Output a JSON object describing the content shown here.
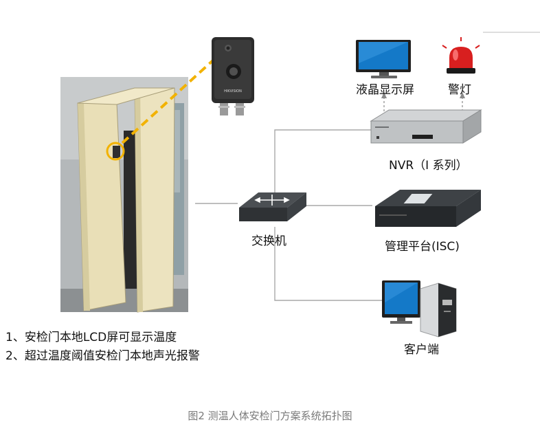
{
  "diagram": {
    "nodes": {
      "monitor": "液晶显示屏",
      "alarm": "警灯",
      "nvr": "NVR（I 系列）",
      "switch": "交换机",
      "platform": "管理平台(ISC)",
      "client": "客户端"
    },
    "camera_brand": "HIKVISION",
    "notes": [
      "1、安检门本地LCD屏可显示温度",
      "2、超过温度阈值安检门本地声光报警"
    ],
    "caption": "图2 测温人体安检门方案系统拓扑图"
  },
  "colors": {
    "link_line": "#a8a8a8",
    "highlight": "#f2b200",
    "screen_blue": "#1479c8",
    "caption": "#7a7a7a"
  }
}
